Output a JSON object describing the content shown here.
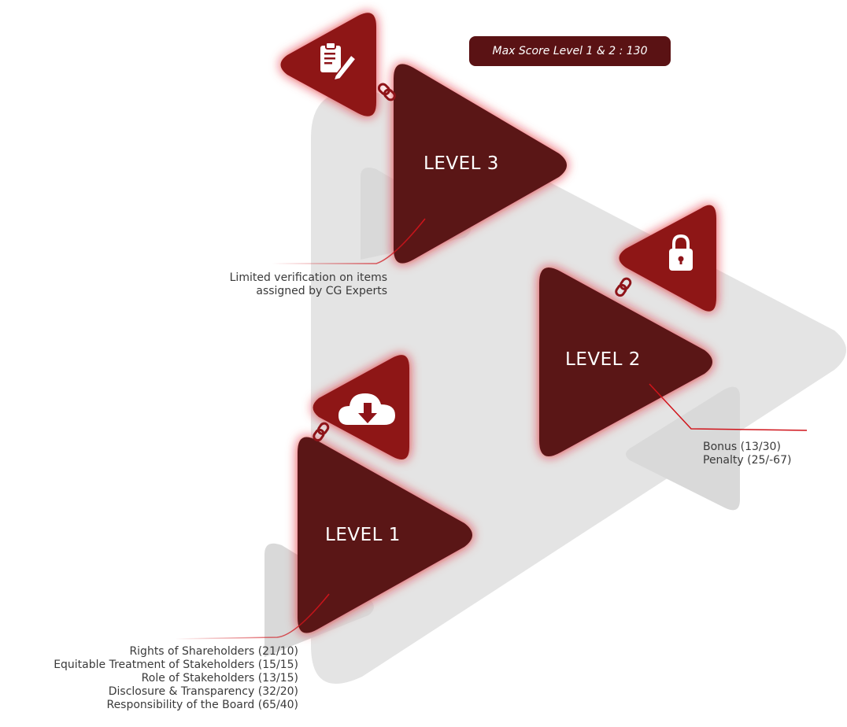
{
  "badge": {
    "text": "Max Score Level 1 & 2 : 130"
  },
  "levels": [
    {
      "label": "LEVEL 3",
      "icon": "clipboard-pencil-icon"
    },
    {
      "label": "LEVEL 2",
      "icon": "lock-icon"
    },
    {
      "label": "LEVEL 1",
      "icon": "cloud-download-icon"
    }
  ],
  "notes": {
    "level3": [
      "Limited verification on items",
      "assigned by CG Experts"
    ],
    "level2": [
      "Bonus (13/30)",
      "Penalty (25/-67)"
    ],
    "level1": [
      "Rights of Shareholders (21/10)",
      "Equitable Treatment of Stakeholders (15/15)",
      "Role of Stakeholders (13/15)",
      "Disclosure & Transparency (32/20)",
      "Responsibility of the Board (65/40)"
    ]
  },
  "colors": {
    "dark_red": "#5a1214",
    "red": "#8e1419",
    "glow": "#e11a24",
    "line": "#d0141b",
    "grey": "#e4e4e4"
  }
}
